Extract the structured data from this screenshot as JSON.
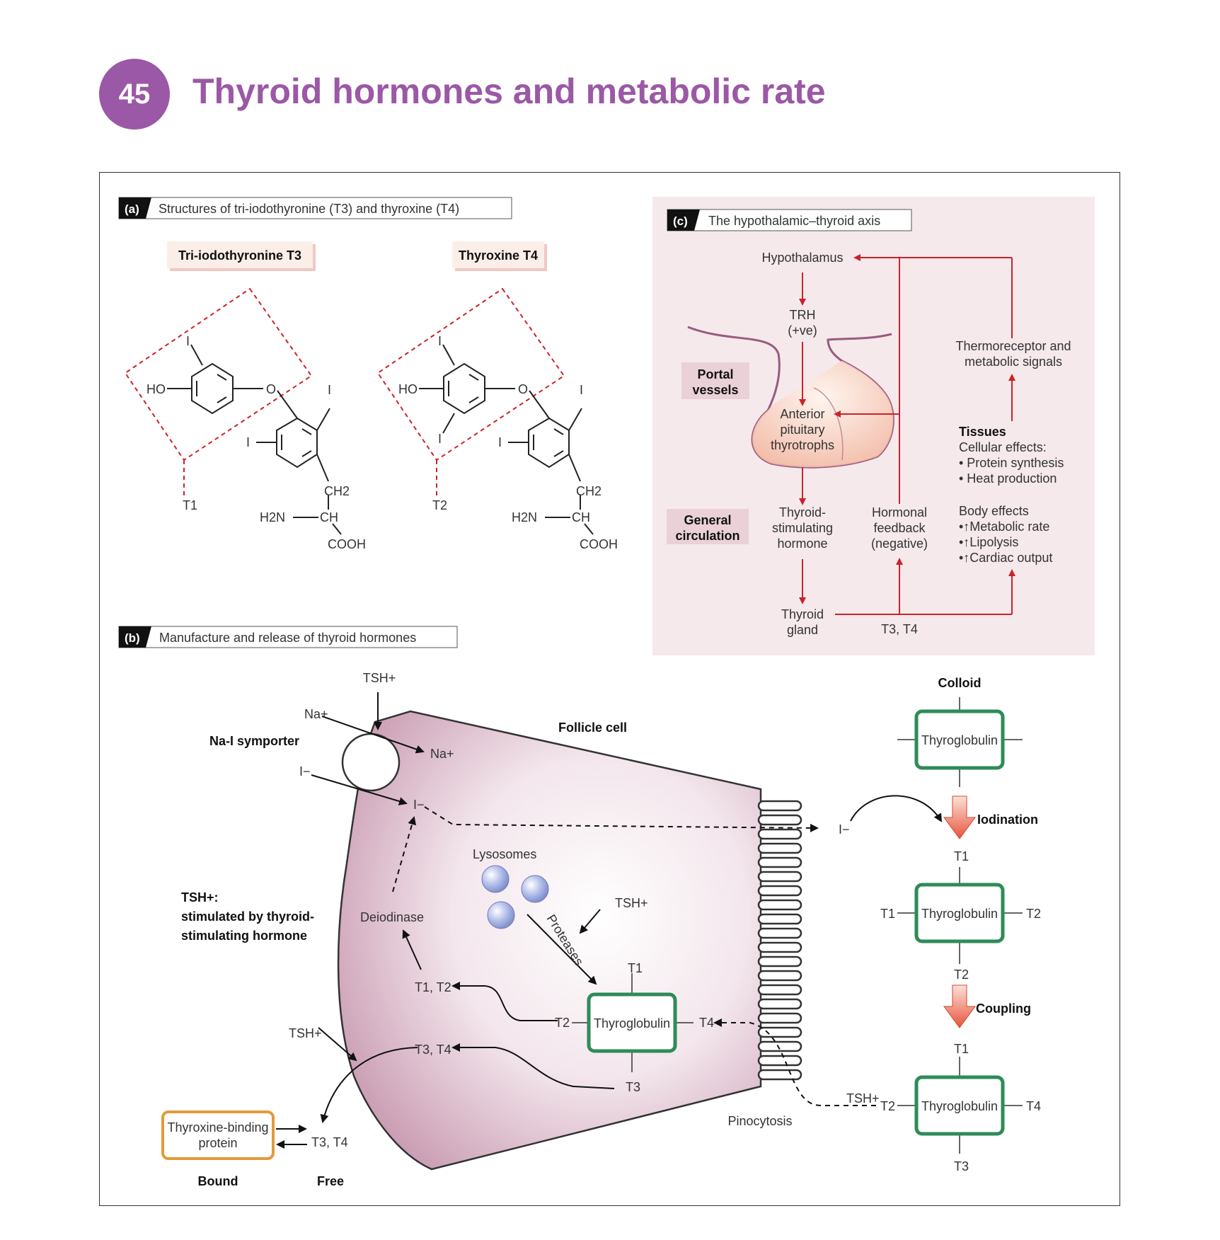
{
  "header": {
    "chapter_number": "45",
    "title": "Thyroid hormones and metabolic rate"
  },
  "panel_a": {
    "letter": "(a)",
    "title": "Structures of tri-iodothyronine (T3) and thyroxine (T4)",
    "t3_title": "Tri-iodothyronine T3",
    "t4_title": "Thyroxine T4",
    "iodine": "I",
    "oxygen": "O",
    "ho": "HO",
    "ch2": "CH2",
    "ch": "CH",
    "h2n": "H2N",
    "cooh": "COOH",
    "t1": "T1",
    "t2": "T2"
  },
  "panel_b": {
    "letter": "(b)",
    "title": "Manufacture and release of thyroid hormones",
    "tsh": "TSH+",
    "na_ext": "Na+",
    "na_int": "Na+",
    "iodide_ext": "I−",
    "iodide_int": "I−",
    "iodide_colloid": "I−",
    "symporter": "Na-I symporter",
    "follicle_cell": "Follicle cell",
    "lysosomes": "Lysosomes",
    "proteases": "Proteases",
    "deiodinase": "Deiodinase",
    "t1_t2": "T1, T2",
    "t3_t4": "T3, T4",
    "t1": "T1",
    "t2": "T2",
    "t3": "T3",
    "t4": "T4",
    "thyroglobulin": "Thyroglobulin",
    "tsh_note_title": "TSH+:",
    "tsh_note_line1": "stimulated by thyroid-",
    "tsh_note_line2": "stimulating hormone",
    "tbp_line1": "Thyroxine-binding",
    "tbp_line2": "protein",
    "bound": "Bound",
    "free": "Free",
    "pinocytosis": "Pinocytosis",
    "colloid": "Colloid",
    "iodination": "Iodination",
    "coupling": "Coupling"
  },
  "panel_c": {
    "letter": "(c)",
    "title": "The hypothalamic–thyroid axis",
    "hypothalamus": "Hypothalamus",
    "trh": "TRH",
    "trh_sign": "(+ve)",
    "portal_line1": "Portal",
    "portal_line2": "vessels",
    "ap_line1": "Anterior",
    "ap_line2": "pituitary",
    "ap_line3": "thyrotrophs",
    "general_line1": "General",
    "general_line2": "circulation",
    "tsh_line1": "Thyroid-",
    "tsh_line2": "stimulating",
    "tsh_line3": "hormone",
    "feedback_line1": "Hormonal",
    "feedback_line2": "feedback",
    "feedback_line3": "(negative)",
    "thyroid_line1": "Thyroid",
    "thyroid_line2": "gland",
    "t3_t4": "T3, T4",
    "thermo_line1": "Thermoreceptor and",
    "thermo_line2": "metabolic signals",
    "tissues": "Tissues",
    "cellular": "Cellular effects:",
    "protein": "• Protein synthesis",
    "heat": "• Heat production",
    "body": "Body effects",
    "metabolic": "•↑Metabolic rate",
    "lipolysis": "•↑Lipolysis",
    "cardiac": "•↑Cardiac output"
  },
  "colors": {
    "accent": "#9b58a6",
    "arrow_red": "#cc2229",
    "panel_c_bg": "#f5e9ec",
    "cell_fill": "#d7b3c4",
    "thyroglobulin_border": "#2e8b57",
    "tbp_border": "#e39a3b"
  }
}
